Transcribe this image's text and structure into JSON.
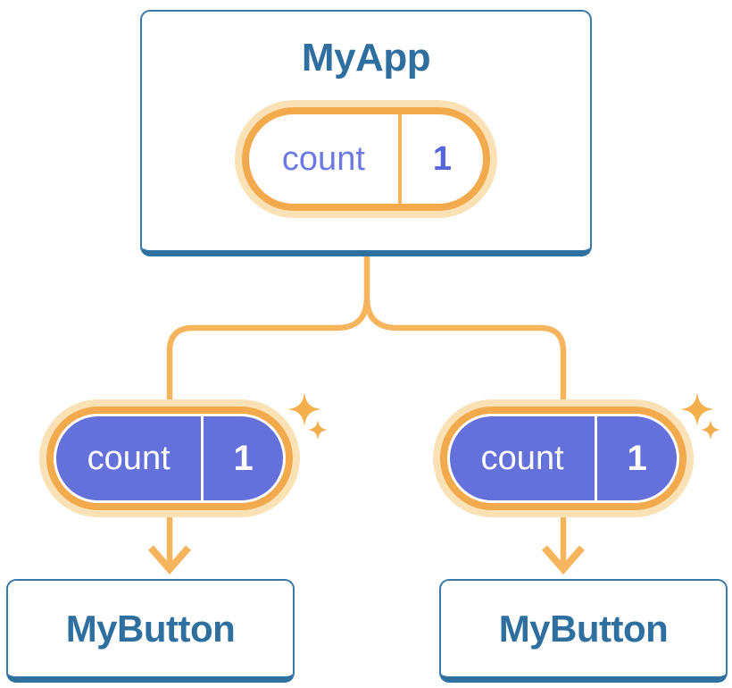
{
  "tree": {
    "root": {
      "title": "MyApp",
      "state": {
        "label": "count",
        "value": "1"
      }
    },
    "left": {
      "title": "MyButton",
      "state": {
        "label": "count",
        "value": "1"
      }
    },
    "right": {
      "title": "MyButton",
      "state": {
        "label": "count",
        "value": "1"
      }
    }
  },
  "colors": {
    "card_border": "#3B79A8",
    "card_shadow": "#2E709F",
    "title_blue": "#2E6F9F",
    "orange_line": "#F6B45D",
    "orange_ring": "#F3AA4D",
    "orange_glow": "#FBE2B6",
    "divider_orange": "#F5B45C",
    "sparkle": "#F5B04E",
    "purple": "#6471DB",
    "purple_label": "#6C79E2",
    "purple_value": "#5765DC"
  }
}
